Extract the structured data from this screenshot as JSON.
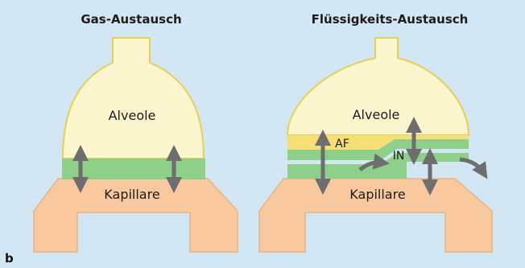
{
  "figure": {
    "panel_letter": "b",
    "left_panel": {
      "title": "Gas-Austausch",
      "alveole_label": "Alveole",
      "kapillare_label": "Kapillare"
    },
    "right_panel": {
      "title": "Flüssigkeits-Austausch",
      "alveole_label": "Alveole",
      "kapillare_label": "Kapillare",
      "af_label": "AF",
      "in_label": "IN"
    }
  },
  "colors": {
    "background": "#d2e6f3",
    "alveole_fill": "#fcf6cf",
    "alveole_stroke": "#e6cf57",
    "membrane_green": "#8ecf8a",
    "capillary_fill": "#f8c99e",
    "capillary_stroke": "#e9b483",
    "fluid_yellow": "#f7df76",
    "arrow_gray": "#6e6e6e"
  }
}
